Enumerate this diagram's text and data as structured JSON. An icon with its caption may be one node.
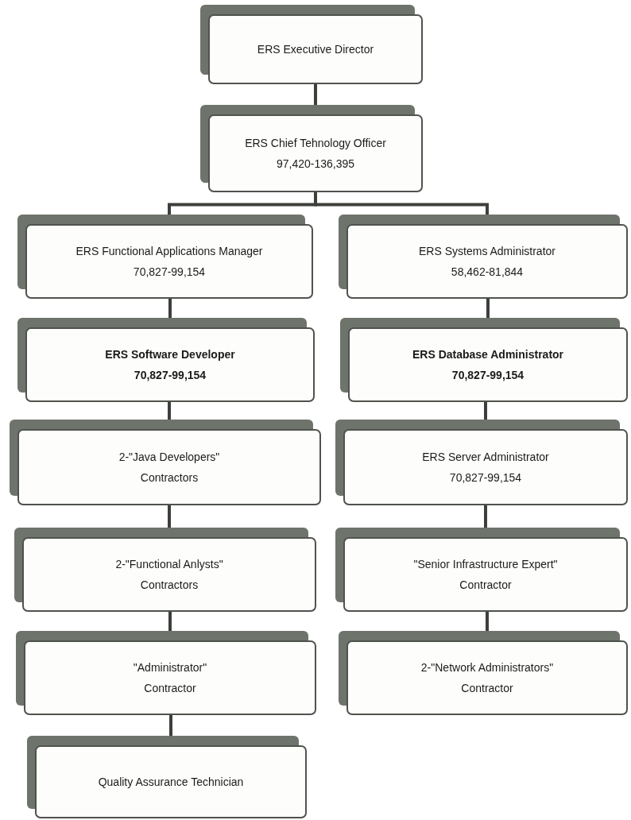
{
  "diagram": {
    "nodes": [
      {
        "text": [
          "ERS Executive Director"
        ]
      },
      {
        "text": [
          "ERS Chief Tehnology Officer",
          "97,420-136,395"
        ]
      },
      {
        "text": [
          "ERS Functional Applications Manager",
          "70,827-99,154"
        ]
      },
      {
        "text": [
          "ERS Systems Administrator",
          "58,462-81,844"
        ]
      },
      {
        "text": [
          "ERS Software Developer",
          "70,827-99,154"
        ]
      },
      {
        "text": [
          "ERS Database Administrator",
          "70,827-99,154"
        ]
      },
      {
        "text": [
          "2-\"Java Developers\"",
          "Contractors"
        ]
      },
      {
        "text": [
          "ERS Server Administrator",
          "70,827-99,154"
        ]
      },
      {
        "text": [
          "2-\"Functional Anlysts\"",
          "Contractors"
        ]
      },
      {
        "text": [
          "\"Senior Infrastructure Expert\"",
          "Contractor"
        ]
      },
      {
        "text": [
          "\"Administrator\"",
          "Contractor"
        ]
      },
      {
        "text": [
          "2-\"Network Administrators\"",
          "Contractor"
        ]
      },
      {
        "text": [
          "Quality Assurance Technician"
        ]
      }
    ],
    "edges": [
      {
        "from": 0,
        "to": 1,
        "arrow": "none"
      },
      {
        "from": 1,
        "to": 2,
        "arrow": "none"
      },
      {
        "from": 1,
        "to": 3,
        "arrow": "none"
      },
      {
        "from": 2,
        "to": 4,
        "arrow": "none"
      },
      {
        "from": 4,
        "to": 6,
        "arrow": "none"
      },
      {
        "from": 6,
        "to": 8,
        "arrow": "none"
      },
      {
        "from": 8,
        "to": 10,
        "arrow": "none"
      },
      {
        "from": 10,
        "to": 12,
        "arrow": "none"
      },
      {
        "from": 3,
        "to": 5,
        "arrow": "none"
      },
      {
        "from": 5,
        "to": 7,
        "arrow": "none"
      },
      {
        "from": 7,
        "to": 9,
        "arrow": "none"
      },
      {
        "from": 9,
        "to": 11,
        "arrow": "none"
      }
    ]
  }
}
